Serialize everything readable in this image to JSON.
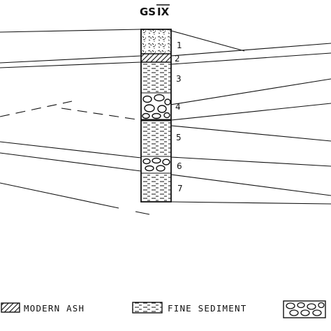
{
  "diagram": {
    "title_prefix": "GS",
    "title_numeral": "IX",
    "layers": [
      {
        "label": "1",
        "material": "tephra"
      },
      {
        "label": "2",
        "material": "modern-ash"
      },
      {
        "label": "3",
        "material": "fine-sediment"
      },
      {
        "label": "4",
        "material": "gravel"
      },
      {
        "label": "5",
        "material": "fine-sediment"
      },
      {
        "label": "6",
        "material": "gravel"
      },
      {
        "label": "7",
        "material": "fine-sediment"
      }
    ]
  },
  "legend": {
    "items": [
      {
        "label": "MODERN ASH",
        "pattern": "hatch-icon"
      },
      {
        "label": "FINE SEDIMENT",
        "pattern": "dash-icon"
      },
      {
        "label": "",
        "pattern": "gravel-icon"
      }
    ]
  },
  "colors": {
    "ink": "#111111",
    "paper": "#ffffff"
  }
}
